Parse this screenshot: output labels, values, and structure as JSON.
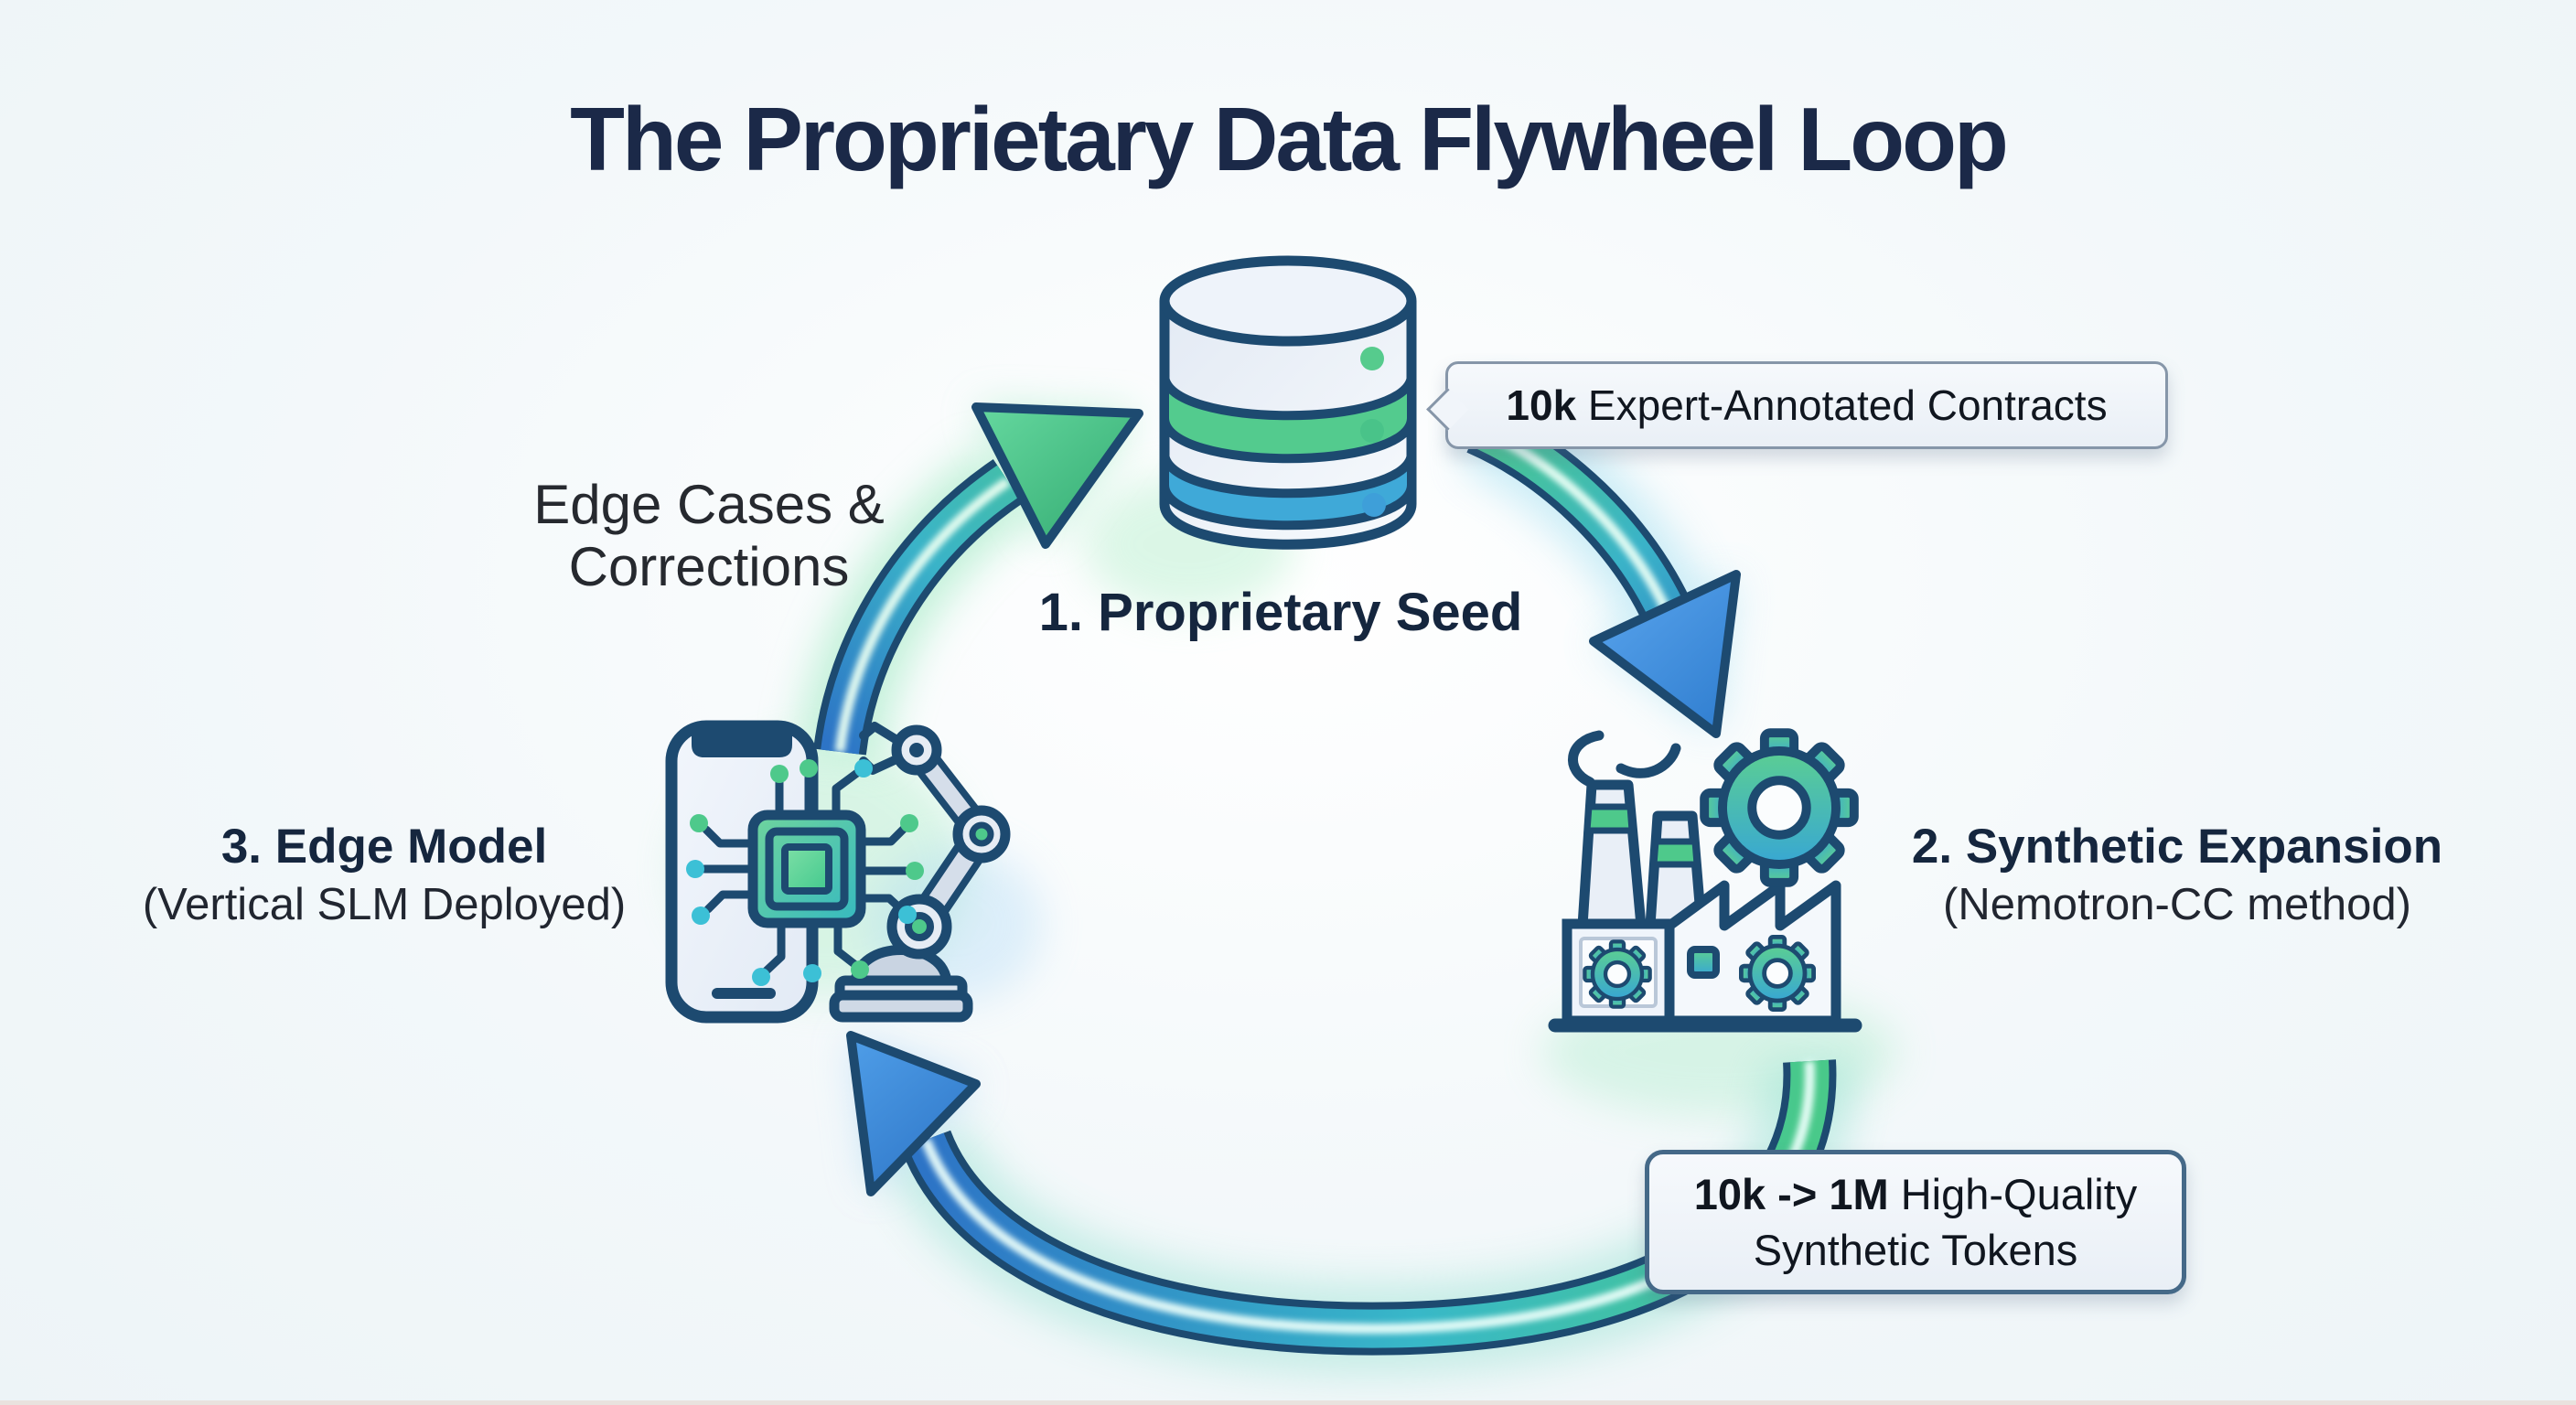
{
  "title": "The Proprietary Data Flywheel Loop",
  "nodes": {
    "seed": {
      "label": "1. Proprietary Seed"
    },
    "expansion": {
      "label": "2. Synthetic Expansion",
      "sublabel": "(Nemotron-CC method)"
    },
    "edge": {
      "label": "3. Edge Model",
      "sublabel": "(Vertical SLM Deployed)"
    }
  },
  "callouts": {
    "contracts": {
      "highlight": "10k",
      "rest": " Expert-Annotated Contracts"
    },
    "tokens": {
      "highlight": "10k -> 1M",
      "rest": " High-Quality",
      "line2": "Synthetic Tokens"
    }
  },
  "loop_label": {
    "line1": "Edge Cases &",
    "line2": "Corrections"
  },
  "icons": {
    "database": "database-icon",
    "factory": "synthetic-factory-icon",
    "edge_device": "phone-chip-robot-arm-icon"
  },
  "colors": {
    "background": "#f0f6f8",
    "outline_navy": "#1d4a70",
    "title_text": "#1b2948",
    "green": "#4ec98b",
    "teal": "#38b8c8",
    "blue": "#2e7fd0",
    "callout_bg": "#f0f5fa",
    "callout_border_light": "#8696a9",
    "callout_border_dark": "#456988"
  }
}
